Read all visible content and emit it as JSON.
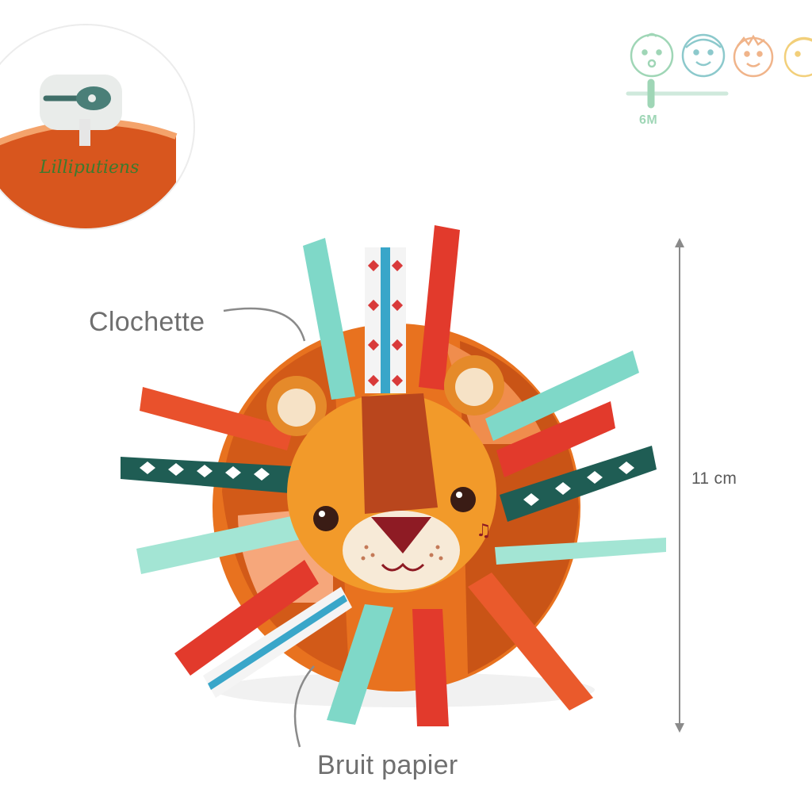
{
  "inset": {
    "brand_text": "Lilliputiens"
  },
  "age_scale": {
    "marker_label": "6M",
    "faces": [
      "baby-face-icon",
      "toddler-face-icon",
      "child-face-icon",
      "kid-face-icon"
    ],
    "colors": [
      "#9fd6b6",
      "#8cc9cc",
      "#f0b48a",
      "#f2cf7a"
    ]
  },
  "callouts": {
    "bell_label": "Clochette",
    "paper_label": "Bruit papier"
  },
  "dimension": {
    "height_label": "11 cm"
  }
}
